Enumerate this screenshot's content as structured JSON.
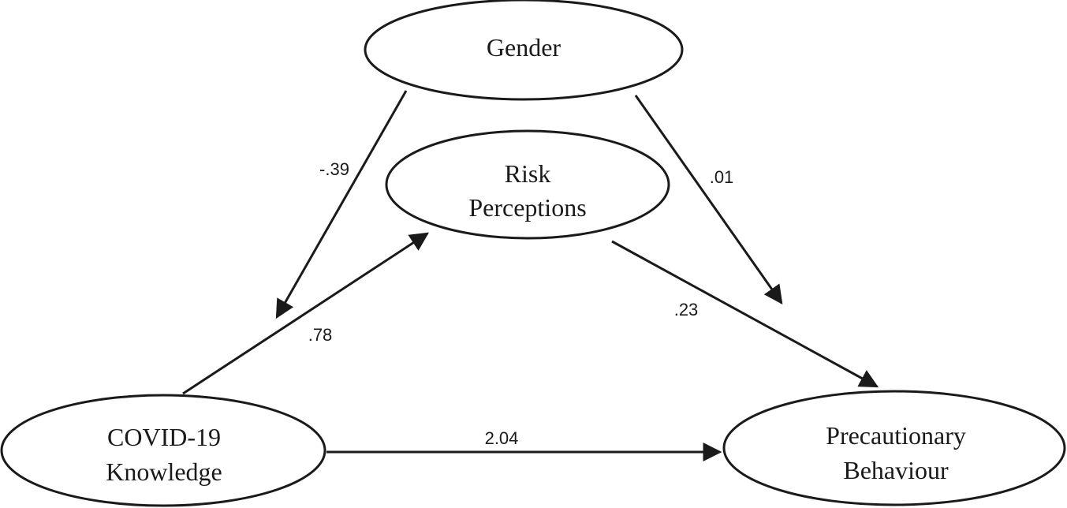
{
  "nodes": {
    "gender": {
      "line1": "Gender"
    },
    "risk": {
      "line1": "Risk",
      "line2": "Perceptions"
    },
    "covid": {
      "line1": "COVID-19",
      "line2": "Knowledge"
    },
    "precaution": {
      "line1": "Precautionary",
      "line2": "Behaviour"
    }
  },
  "edges": {
    "gender_to_covid": {
      "coefficient": "-.39"
    },
    "gender_to_precaution": {
      "coefficient": ".01"
    },
    "covid_to_risk": {
      "coefficient": ".78"
    },
    "risk_to_precaution": {
      "coefficient": ".23"
    },
    "covid_to_precaution": {
      "coefficient": "2.04"
    }
  },
  "colors": {
    "ink": "#1a1a1a",
    "background": "#ffffff"
  }
}
